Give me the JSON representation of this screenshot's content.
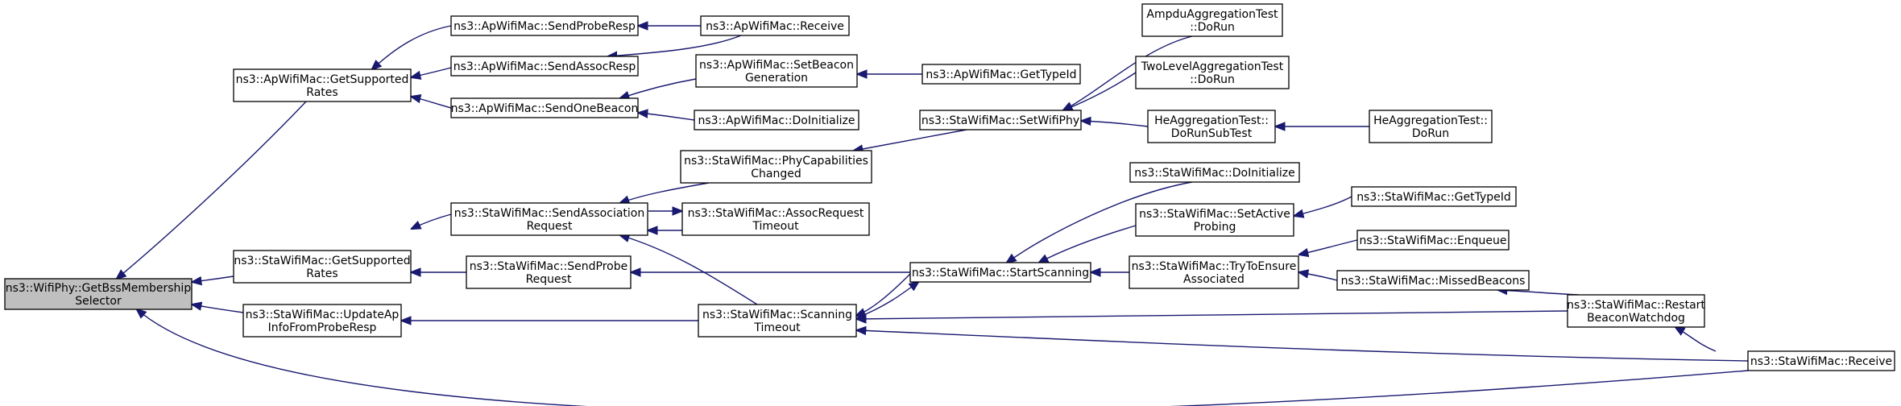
{
  "graph": {
    "type": "call-graph",
    "node_fill": "#ffffff",
    "root_fill": "#bfbfbf",
    "edge_color": "#191970",
    "nodes": [
      {
        "id": "root",
        "lines": [
          "ns3::WifiPhy::GetBssMembership",
          "Selector"
        ],
        "root": true
      },
      {
        "id": "ap_gsr",
        "lines": [
          "ns3::ApWifiMac::GetSupported",
          "Rates"
        ]
      },
      {
        "id": "sta_gsr",
        "lines": [
          "ns3::StaWifiMac::GetSupported",
          "Rates"
        ]
      },
      {
        "id": "sta_uap",
        "lines": [
          "ns3::StaWifiMac::UpdateAp",
          "InfoFromProbeResp"
        ]
      },
      {
        "id": "sta_recv",
        "lines": [
          "ns3::StaWifiMac::Receive"
        ]
      },
      {
        "id": "ap_spr",
        "lines": [
          "ns3::ApWifiMac::SendProbeResp"
        ]
      },
      {
        "id": "ap_sar",
        "lines": [
          "ns3::ApWifiMac::SendAssocResp"
        ]
      },
      {
        "id": "ap_sob",
        "lines": [
          "ns3::ApWifiMac::SendOneBeacon"
        ]
      },
      {
        "id": "ap_recv",
        "lines": [
          "ns3::ApWifiMac::Receive"
        ]
      },
      {
        "id": "ap_sbg",
        "lines": [
          "ns3::ApWifiMac::SetBeacon",
          "Generation"
        ]
      },
      {
        "id": "ap_doi",
        "lines": [
          "ns3::ApWifiMac::DoInitialize"
        ]
      },
      {
        "id": "ap_gti",
        "lines": [
          "ns3::ApWifiMac::GetTypeId"
        ]
      },
      {
        "id": "sta_sar",
        "lines": [
          "ns3::StaWifiMac::SendAssociation",
          "Request"
        ]
      },
      {
        "id": "sta_spr",
        "lines": [
          "ns3::StaWifiMac::SendProbe",
          "Request"
        ]
      },
      {
        "id": "sta_st",
        "lines": [
          "ns3::StaWifiMac::Scanning",
          "Timeout"
        ]
      },
      {
        "id": "sta_pcc",
        "lines": [
          "ns3::StaWifiMac::PhyCapabilities",
          "Changed"
        ]
      },
      {
        "id": "sta_art",
        "lines": [
          "ns3::StaWifiMac::AssocRequest",
          "Timeout"
        ]
      },
      {
        "id": "sta_swp",
        "lines": [
          "ns3::StaWifiMac::SetWifiPhy"
        ]
      },
      {
        "id": "sta_ss",
        "lines": [
          "ns3::StaWifiMac::StartScanning"
        ]
      },
      {
        "id": "ampdu",
        "lines": [
          "AmpduAggregationTest",
          "::DoRun"
        ]
      },
      {
        "id": "twolevel",
        "lines": [
          "TwoLevelAggregationTest",
          "::DoRun"
        ]
      },
      {
        "id": "he_sub",
        "lines": [
          "HeAggregationTest::",
          "DoRunSubTest"
        ]
      },
      {
        "id": "he_run",
        "lines": [
          "HeAggregationTest::",
          "DoRun"
        ]
      },
      {
        "id": "sta_doi",
        "lines": [
          "ns3::StaWifiMac::DoInitialize"
        ]
      },
      {
        "id": "sta_sap",
        "lines": [
          "ns3::StaWifiMac::SetActive",
          "Probing"
        ]
      },
      {
        "id": "sta_gti",
        "lines": [
          "ns3::StaWifiMac::GetTypeId"
        ]
      },
      {
        "id": "sta_tta",
        "lines": [
          "ns3::StaWifiMac::TryToEnsure",
          "Associated"
        ]
      },
      {
        "id": "sta_enq",
        "lines": [
          "ns3::StaWifiMac::Enqueue"
        ]
      },
      {
        "id": "sta_mb",
        "lines": [
          "ns3::StaWifiMac::MissedBeacons"
        ]
      },
      {
        "id": "sta_rbw",
        "lines": [
          "ns3::StaWifiMac::Restart",
          "BeaconWatchdog"
        ]
      }
    ],
    "edges": [
      {
        "from": "ap_gsr",
        "to": "root"
      },
      {
        "from": "sta_gsr",
        "to": "root"
      },
      {
        "from": "sta_uap",
        "to": "root"
      },
      {
        "from": "sta_recv",
        "to": "root"
      },
      {
        "from": "ap_spr",
        "to": "ap_gsr"
      },
      {
        "from": "ap_sar",
        "to": "ap_gsr"
      },
      {
        "from": "ap_sob",
        "to": "ap_gsr"
      },
      {
        "from": "ap_recv",
        "to": "ap_spr"
      },
      {
        "from": "ap_recv",
        "to": "ap_sar"
      },
      {
        "from": "ap_sbg",
        "to": "ap_sob"
      },
      {
        "from": "ap_doi",
        "to": "ap_sob"
      },
      {
        "from": "ap_gti",
        "to": "ap_sbg"
      },
      {
        "from": "sta_sar",
        "to": "sta_gsr"
      },
      {
        "from": "sta_spr",
        "to": "sta_gsr"
      },
      {
        "from": "sta_pcc",
        "to": "sta_sar"
      },
      {
        "from": "sta_art",
        "to": "sta_sar"
      },
      {
        "from": "sta_sar",
        "to": "sta_art"
      },
      {
        "from": "sta_st",
        "to": "sta_sar"
      },
      {
        "from": "sta_swp",
        "to": "sta_pcc"
      },
      {
        "from": "ampdu",
        "to": "sta_swp"
      },
      {
        "from": "twolevel",
        "to": "sta_swp"
      },
      {
        "from": "he_sub",
        "to": "sta_swp"
      },
      {
        "from": "he_run",
        "to": "he_sub"
      },
      {
        "from": "sta_ss",
        "to": "sta_spr"
      },
      {
        "from": "sta_ss",
        "to": "sta_st"
      },
      {
        "from": "sta_st",
        "to": "sta_ss"
      },
      {
        "from": "sta_doi",
        "to": "sta_ss"
      },
      {
        "from": "sta_sap",
        "to": "sta_ss"
      },
      {
        "from": "sta_tta",
        "to": "sta_ss"
      },
      {
        "from": "sta_gti",
        "to": "sta_sap"
      },
      {
        "from": "sta_enq",
        "to": "sta_tta"
      },
      {
        "from": "sta_mb",
        "to": "sta_tta"
      },
      {
        "from": "sta_st",
        "to": "sta_uap"
      },
      {
        "from": "sta_rbw",
        "to": "sta_st"
      },
      {
        "from": "sta_rbw",
        "to": "sta_mb"
      },
      {
        "from": "sta_recv",
        "to": "sta_rbw"
      },
      {
        "from": "sta_recv",
        "to": "sta_st"
      }
    ]
  }
}
